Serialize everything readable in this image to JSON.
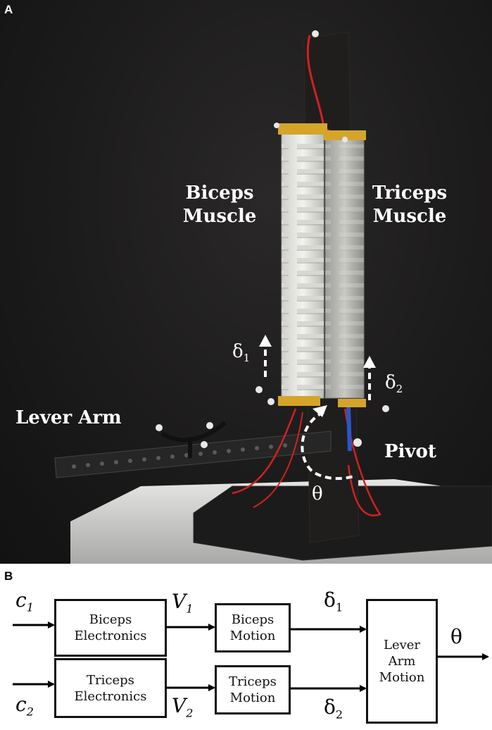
{
  "panel_a": {
    "letter": "A",
    "labels": {
      "biceps_line1": "Biceps",
      "biceps_line2": "Muscle",
      "triceps_line1": "Triceps",
      "triceps_line2": "Muscle",
      "lever_arm": "Lever Arm",
      "pivot": "Pivot",
      "delta": "δ",
      "delta1_sub": "1",
      "delta2_sub": "2",
      "theta": "θ"
    }
  },
  "panel_b": {
    "letter": "B",
    "blocks": {
      "biceps_electronics": "Biceps\nElectronics",
      "triceps_electronics": "Triceps\nElectronics",
      "biceps_motion": "Biceps\nMotion",
      "triceps_motion": "Triceps\nMotion",
      "lever_arm_motion": "Lever\nArm\nMotion"
    },
    "signals": {
      "c": "c",
      "c1_sub": "1",
      "c2_sub": "2",
      "v": "V",
      "v1_sub": "1",
      "v2_sub": "2",
      "delta": "δ",
      "d1_sub": "1",
      "d2_sub": "2",
      "theta": "θ"
    }
  }
}
